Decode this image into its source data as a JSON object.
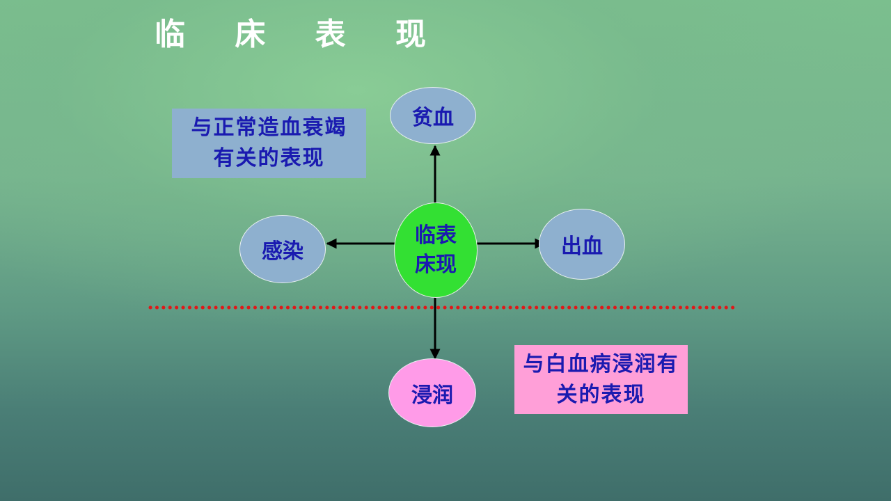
{
  "title": "临 床 表 现",
  "center_node": {
    "label": "临表床现"
  },
  "nodes": {
    "top": "贫血",
    "left": "感染",
    "right": "出血",
    "bottom": "浸润"
  },
  "notes": {
    "upper_left": "与正常造血衰竭有关的表现",
    "lower_right": "与白血病浸润有关的表现"
  },
  "colors": {
    "background": "#7bbf8e",
    "blue_node": "#8eb0cf",
    "center_node": "#33e033",
    "pink_node": "#ff9be8",
    "pink_note": "#ff9fd8",
    "text": "#1a1ab0",
    "divider": "#e01818",
    "arrow": "#000000"
  }
}
